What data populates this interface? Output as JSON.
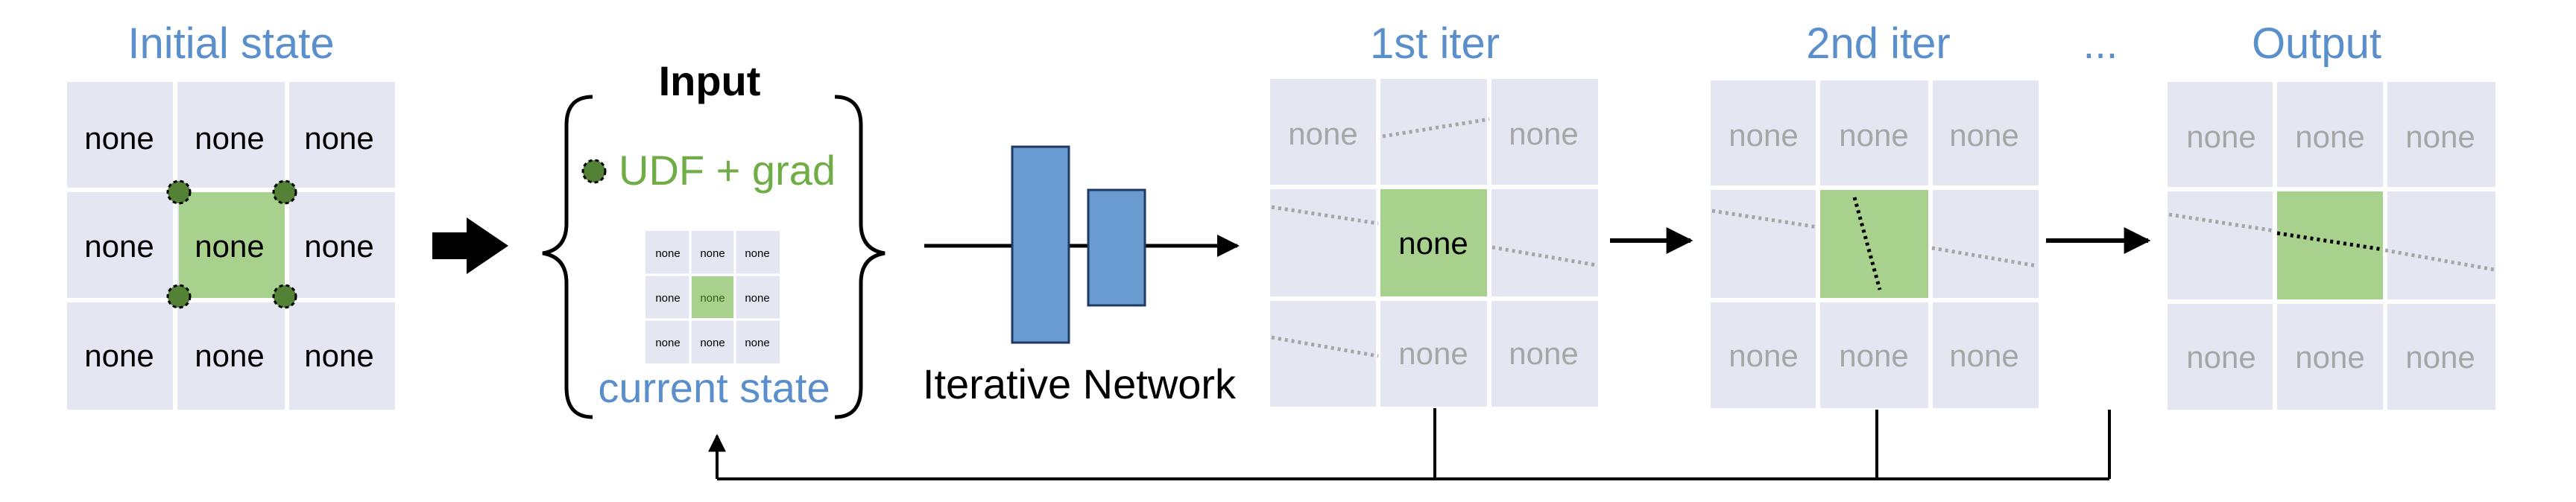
{
  "titles": {
    "initial_state": "Initial state",
    "first_iter": "1st iter",
    "second_iter": "2nd iter",
    "ellipsis": "...",
    "output": "Output"
  },
  "input_panel": {
    "heading": "Input",
    "udf_label": "UDF + grad",
    "state_label": "current state"
  },
  "network_label": "Iterative Network",
  "cell_text": "none",
  "colors": {
    "title_blue": "#5B8FCB",
    "grid_bg": "#E4E7F2",
    "green_fill": "#A9D18E",
    "green_text": "#70AD47",
    "dot_green": "#538135",
    "network_blue": "#6A9BD0",
    "gray_text": "#A6A6A6"
  }
}
